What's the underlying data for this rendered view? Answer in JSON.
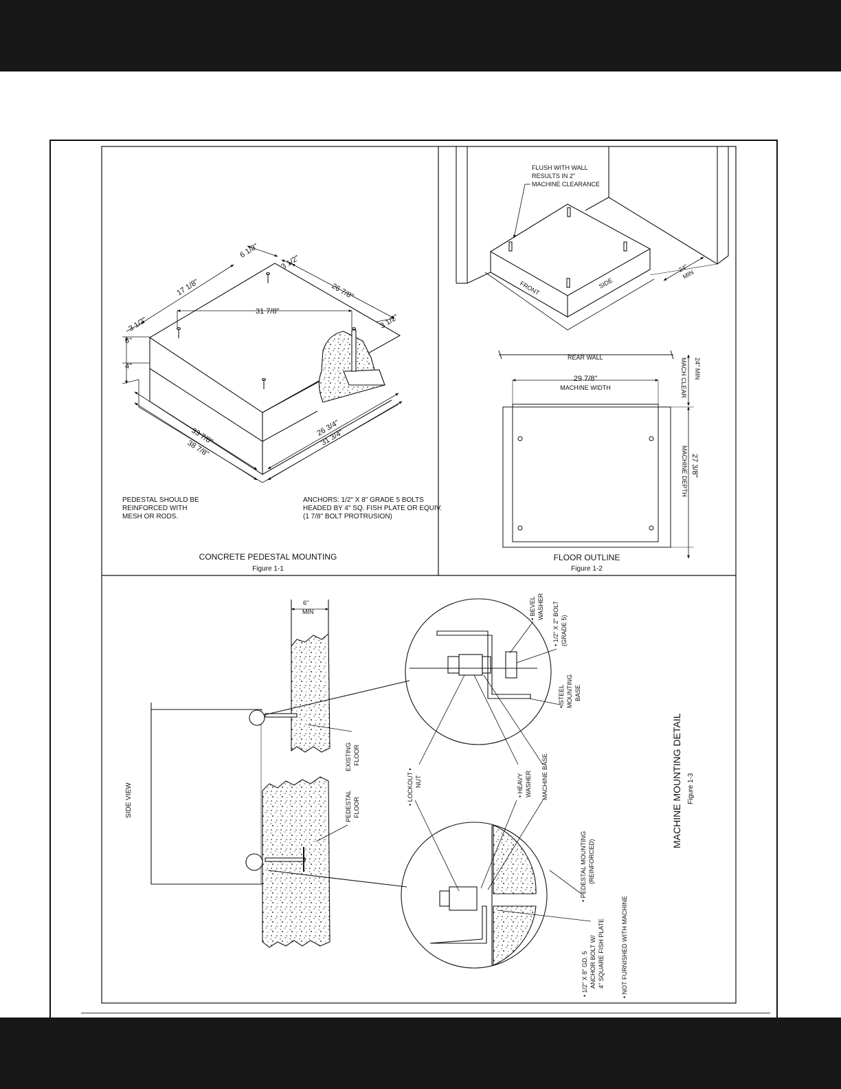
{
  "fig1": {
    "dims": {
      "d_6_1_8": "6 1/8\"",
      "d_3_1_2_top": "3 1/2\"",
      "d_17_1_8": "17 1/8\"",
      "d_26_7_8": "26 7/8\"",
      "d_31_7_8": "31 7/8\"",
      "d_3_1_2_left": "3 1/2\"",
      "d_3_1_2_right": "3 1/2\"",
      "d_6": "6\"",
      "d_4": "4\"",
      "d_33_7_8": "33 7/8\"",
      "d_38_7_8": "38 7/8\"",
      "d_26_3_4": "26 3/4\"",
      "d_31_3_4": "31 3/4\""
    },
    "note_left": [
      "PEDESTAL SHOULD BE",
      "REINFORCED WITH",
      "MESH OR RODS."
    ],
    "note_right": [
      "ANCHORS: 1/2\" X 8\" GRADE 5 BOLTS",
      "HEADED BY 4\" SQ. FISH PLATE OR EQUIV.",
      "(1 7/8\" BOLT PROTRUSION)"
    ],
    "title": "CONCRETE PEDESTAL MOUNTING",
    "figure": "Figure 1-1"
  },
  "fig2": {
    "note": [
      "FLUSH WITH WALL",
      "RESULTS IN 2\"",
      "MACHINE CLEARANCE"
    ],
    "front": "FRONT",
    "side": "SIDE",
    "min_24": "24\"",
    "min_word": "MIN",
    "rear_wall": "REAR WALL",
    "width_val": "29 7/8\"",
    "width_label": "MACHINE WIDTH",
    "clear_val": "24\" MIN",
    "clear_label": "MACH CLEAR",
    "depth_val": "27 3/8\"",
    "depth_label": "MACHINE DEPTH",
    "title": "FLOOR OUTLINE",
    "figure": "Figure 1-2"
  },
  "fig3": {
    "min_6": "6\"",
    "min_word": "MIN",
    "side_view": "SIDE VIEW",
    "existing_floor": [
      "EXISTING",
      "FLOOR"
    ],
    "pedestal_floor": [
      "PEDESTAL",
      "FLOOR"
    ],
    "lockout_nut": [
      "• LOCKOUT •",
      "NUT"
    ],
    "heavy_washer": [
      "• HEAVY",
      "WASHER"
    ],
    "machine_base": "MACHINE BASE",
    "bevel_washer": [
      "• BEVEL",
      "WASHER"
    ],
    "bolt": [
      "• 1/2\" X 2\" BOLT",
      "(GRADE 5)"
    ],
    "steel_base": [
      "• STEEL",
      "MOUNTING",
      "BASE"
    ],
    "pedestal_mounting": [
      "• PEDESTAL MOUNTING",
      "(REINFORCED)"
    ],
    "anchor_bolt": [
      "• 1/2\" X 8\" GD. 5",
      "ANCHOR BOLT W/",
      "4\" SQUARE FISH PLATE"
    ],
    "not_furnished": "• NOT FURNISHED WITH MACHINE",
    "title": "MACHINE MOUNTING DETAIL",
    "figure": "Figure 1-3"
  }
}
